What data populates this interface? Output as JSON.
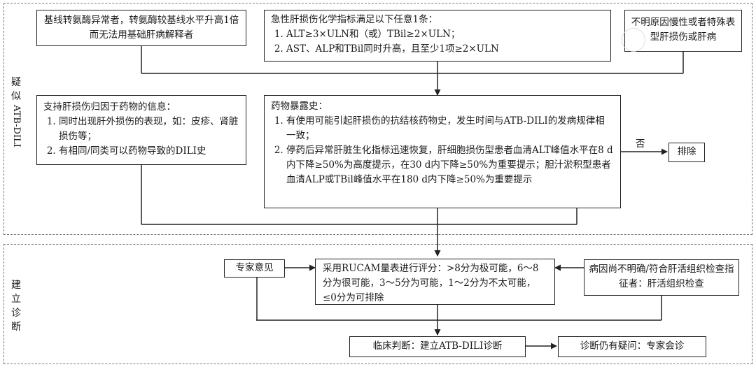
{
  "sections": {
    "suspect_label": "疑似ATB-DILI",
    "suspect_chars": [
      "疑",
      "似"
    ],
    "suspect_tail": "ATB-DILI",
    "diagnose_label": "建立诊断",
    "diagnose_chars": [
      "建",
      "立",
      "诊",
      "断"
    ]
  },
  "boxes": {
    "baseline_abnormal": "基线转氨酶异常者，转氨酶较基线水平升高1倍而无法用基础肝病解释者",
    "acute_injury": {
      "title": "急性肝损伤化学指标满足以下任意1条：",
      "items": [
        "ALT≥3×ULN和（或）TBil≥2×ULN；",
        "AST、ALP和TBil同时升高，且至少1项≥2×ULN"
      ]
    },
    "unknown_chronic": "不明原因慢性或者特殊表型肝损伤或肝病",
    "support_info": {
      "title": "支持肝损伤归因于药物的信息：",
      "items": [
        "同时出现肝外损伤的表现，如：皮疹、肾脏损伤等；",
        "有相同/同类可以药物导致的DILI史"
      ]
    },
    "drug_exposure": {
      "title": "药物暴露史：",
      "items": [
        "有使用可能引起肝损伤的抗结核药物史，发生时间与ATB-DILI的发病规律相一致；",
        "停药后异常肝脏生化指标迅速恢复，肝细胞损伤型患者血清ALT峰值水平在8 d内下降≥50%为高度提示，在30 d内下降≥50%为重要提示；胆汁淤积型患者血清ALP或TBil峰值水平在180 d内下降≥50%为重要提示"
      ]
    },
    "exclude": "排除",
    "no_label": "否",
    "expert_opinion": "专家意见",
    "rucam": "采用RUCAM量表进行评分：>8分为极可能，6～8分为很可能，3～5分为可能，1～2分为不太可能，≤0分为可排除",
    "biopsy": "病因尚不明确/符合肝活组织检查指征者：肝活组织检查",
    "clinical_judgment": "临床判断：建立ATB-DILI诊断",
    "consultation": "诊断仍有疑问：专家会诊"
  }
}
